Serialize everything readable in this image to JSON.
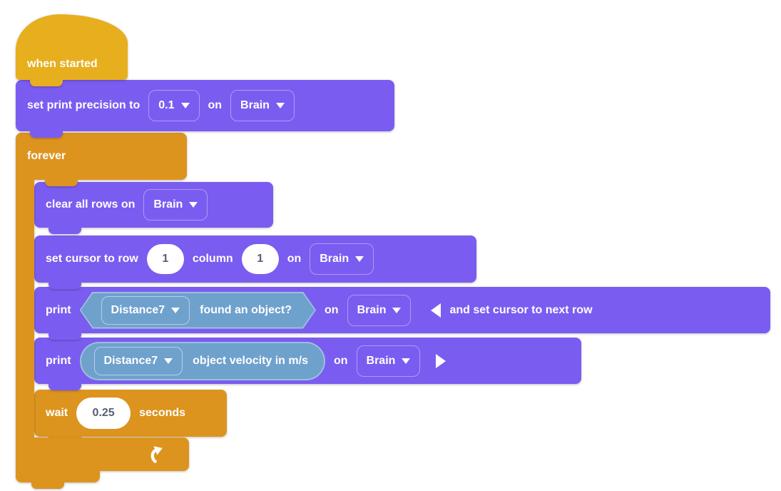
{
  "colors": {
    "hat_gold": "#E7AE1E",
    "control_orange": "#DC941F",
    "print_purple": "#7B5CF0",
    "sensing_blue": "#6FA1CD",
    "hex_border": "#9DBFDD",
    "input_text": "#575E75"
  },
  "blocks": {
    "when_started": {
      "label": "when started"
    },
    "set_print_precision": {
      "text_before": "set print precision to",
      "precision_value": "0.1",
      "on_label": "on",
      "device_value": "Brain"
    },
    "forever": {
      "label": "forever"
    },
    "clear_all_rows": {
      "text_before": "clear all rows on",
      "device_value": "Brain"
    },
    "set_cursor": {
      "text_before": "set cursor to row",
      "row_value": "1",
      "column_label": "column",
      "column_value": "1",
      "on_label": "on",
      "device_value": "Brain"
    },
    "print_condition": {
      "print_label": "print",
      "sensor_value": "Distance7",
      "condition_label": "found an object?",
      "on_label": "on",
      "device_value": "Brain",
      "collapsed_text": "and set cursor to next row"
    },
    "print_value": {
      "print_label": "print",
      "sensor_value": "Distance7",
      "value_label": "object velocity in m/s",
      "on_label": "on",
      "device_value": "Brain"
    },
    "wait": {
      "text_before": "wait",
      "duration_value": "0.25",
      "text_after": "seconds"
    }
  }
}
